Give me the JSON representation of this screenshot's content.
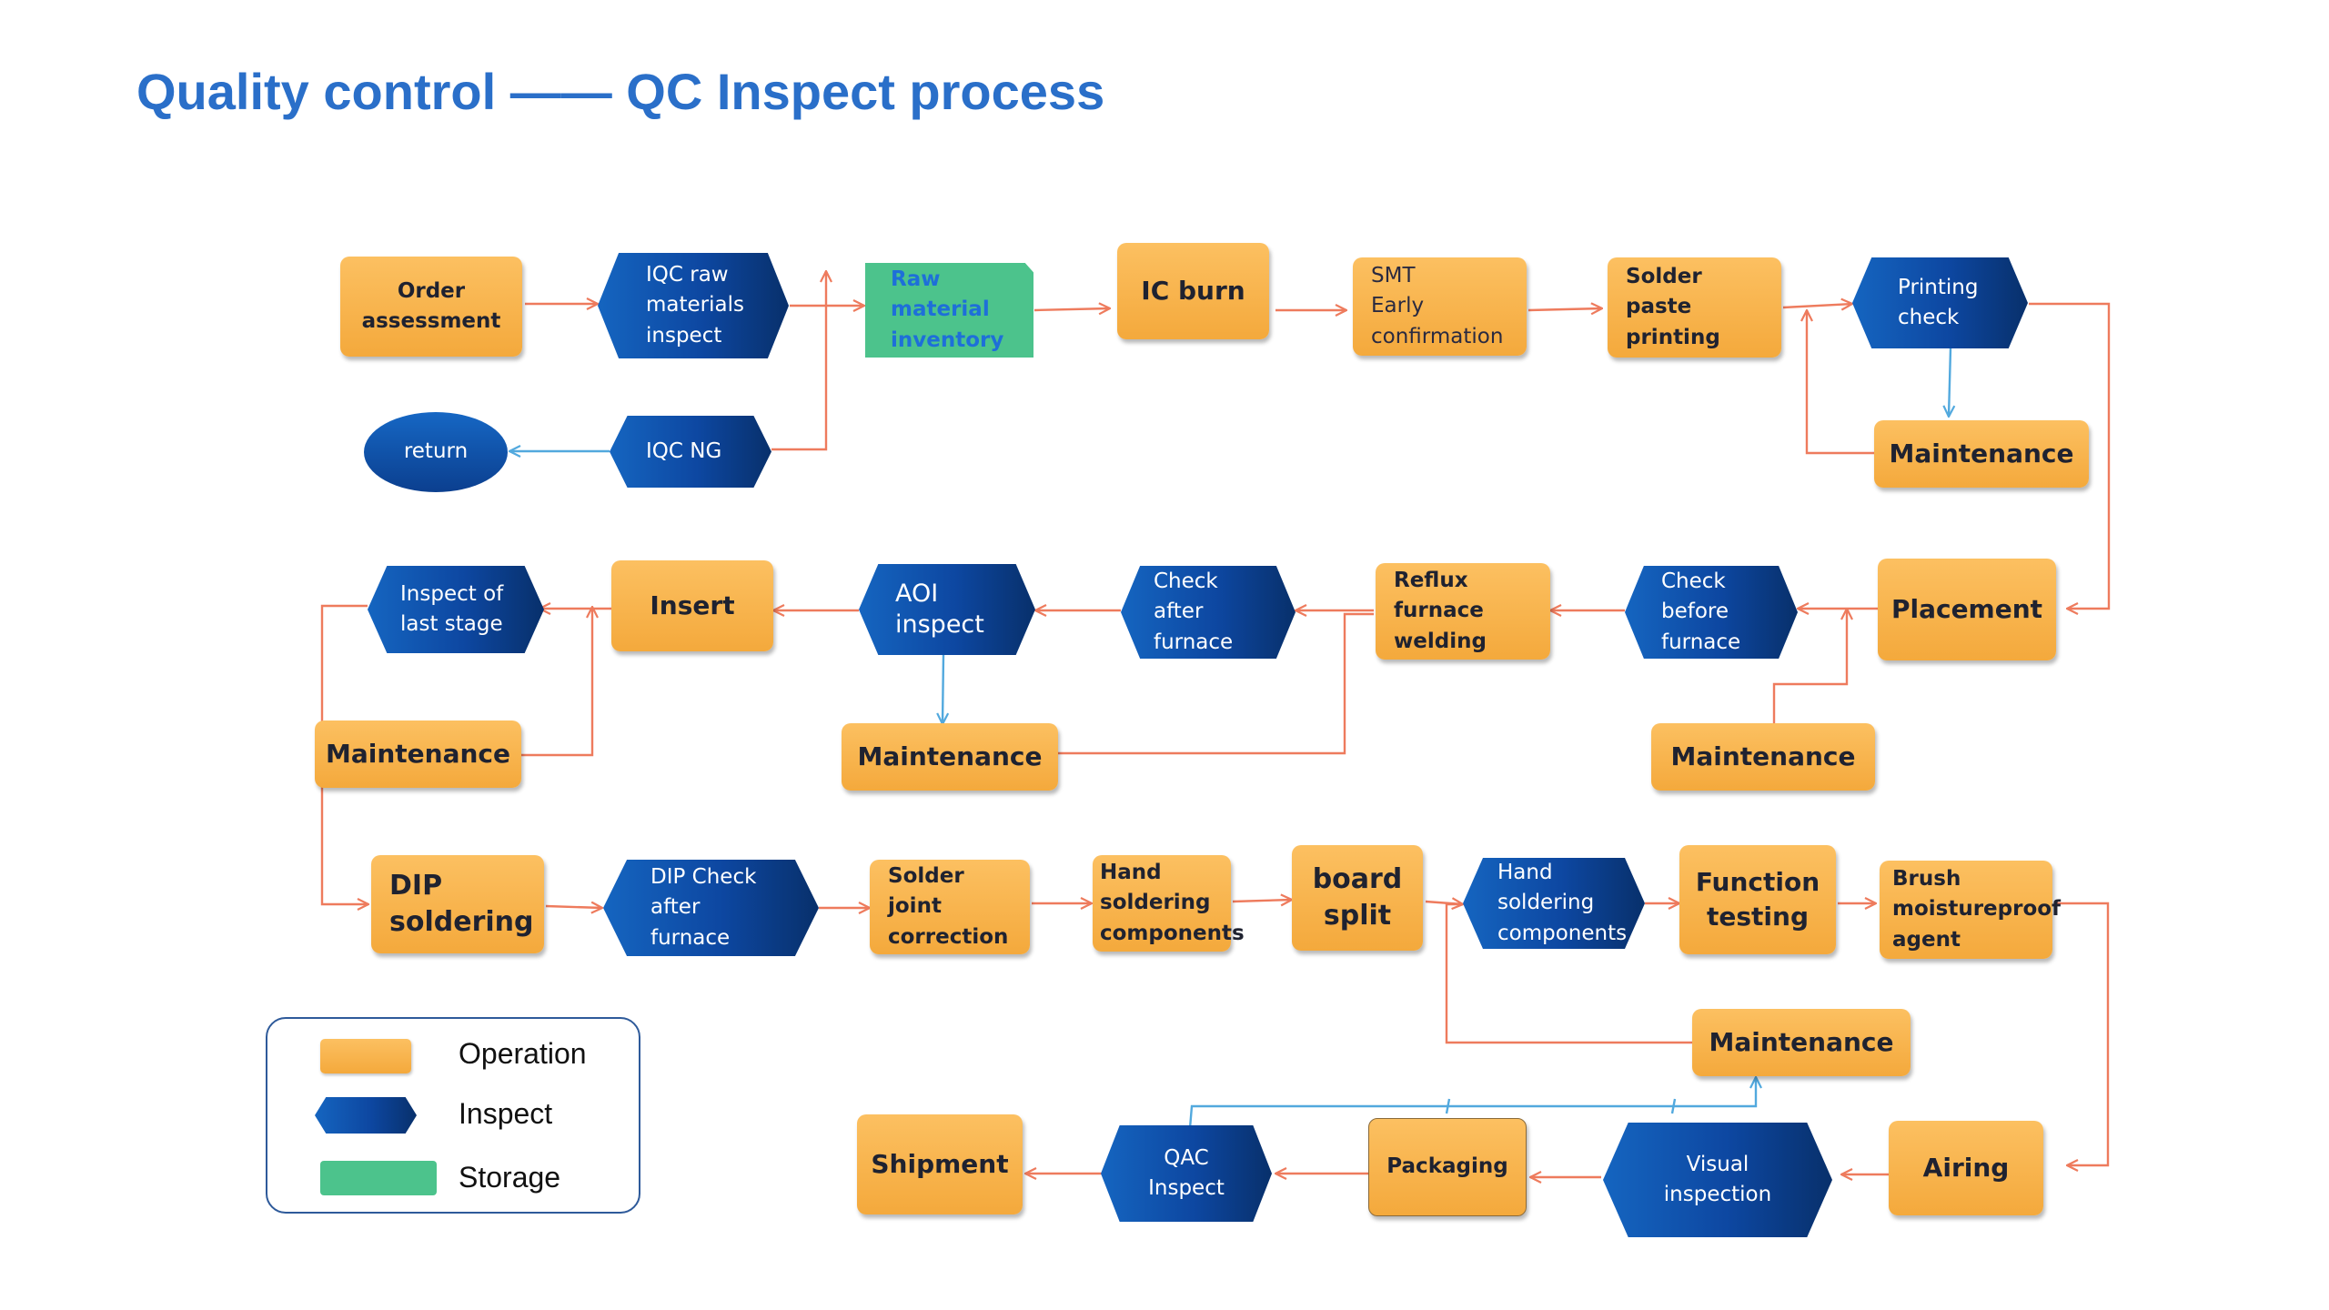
{
  "title": "Quality control —— QC Inspect process",
  "colors": {
    "operation": "#f8b44a",
    "inspect": "#0d47a1",
    "storage": "#4cc38c",
    "arrow": "#ee7b5d",
    "feedback_arrow": "#52a9de",
    "title": "#2a6fc9"
  },
  "nodes": {
    "order_assessment": "Order\nassessment",
    "iqc_raw": "IQC raw\nmaterials\ninspect",
    "raw_inventory": "Raw\nmaterial\ninventory",
    "ic_burn": "IC burn",
    "smt": "SMT\nEarly\nconfirmation",
    "solder_paste": "Solder\npaste\nprinting",
    "printing_check": "Printing\ncheck",
    "maintenance_1": "Maintenance",
    "return": "return",
    "iqc_ng": "IQC NG",
    "inspect_last": "Inspect of\nlast stage",
    "insert": "Insert",
    "aoi": "AOI\ninspect",
    "check_after": "Check\nafter\nfurnace",
    "reflux": "Reflux\nfurnace\nwelding",
    "check_before": "Check\nbefore\nfurnace",
    "placement": "Placement",
    "maintenance_2": "Maintenance",
    "maintenance_3": "Maintenance",
    "maintenance_4": "Maintenance",
    "dip_soldering": "DIP\nsoldering",
    "dip_check": "DIP Check\nafter\nfurnace",
    "solder_joint": "Solder\njoint\ncorrection",
    "hand_soldering_op": "Hand\nsoldering\ncomponents",
    "board_split": "board\nsplit",
    "hand_soldering_insp": "Hand\nsoldering\ncomponents",
    "function_testing": "Function\ntesting",
    "brush": "Brush\nmoistureproof\nagent",
    "maintenance_5": "Maintenance",
    "shipment": "Shipment",
    "qac": "QAC\nInspect",
    "packaging": "Packaging",
    "visual": "Visual\ninspection",
    "airing": "Airing"
  },
  "legend": [
    {
      "label": "Operation",
      "icon": "operation-swatch"
    },
    {
      "label": "Inspect",
      "icon": "inspect-swatch"
    },
    {
      "label": "Storage",
      "icon": "storage-swatch"
    }
  ]
}
